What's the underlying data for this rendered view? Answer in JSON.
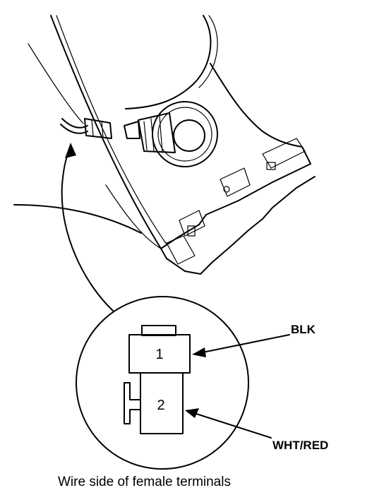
{
  "connector": {
    "pins": [
      {
        "number": "1",
        "wire": "BLK"
      },
      {
        "number": "2",
        "wire": "WHT/RED"
      }
    ]
  },
  "caption": "Wire side of female terminals"
}
